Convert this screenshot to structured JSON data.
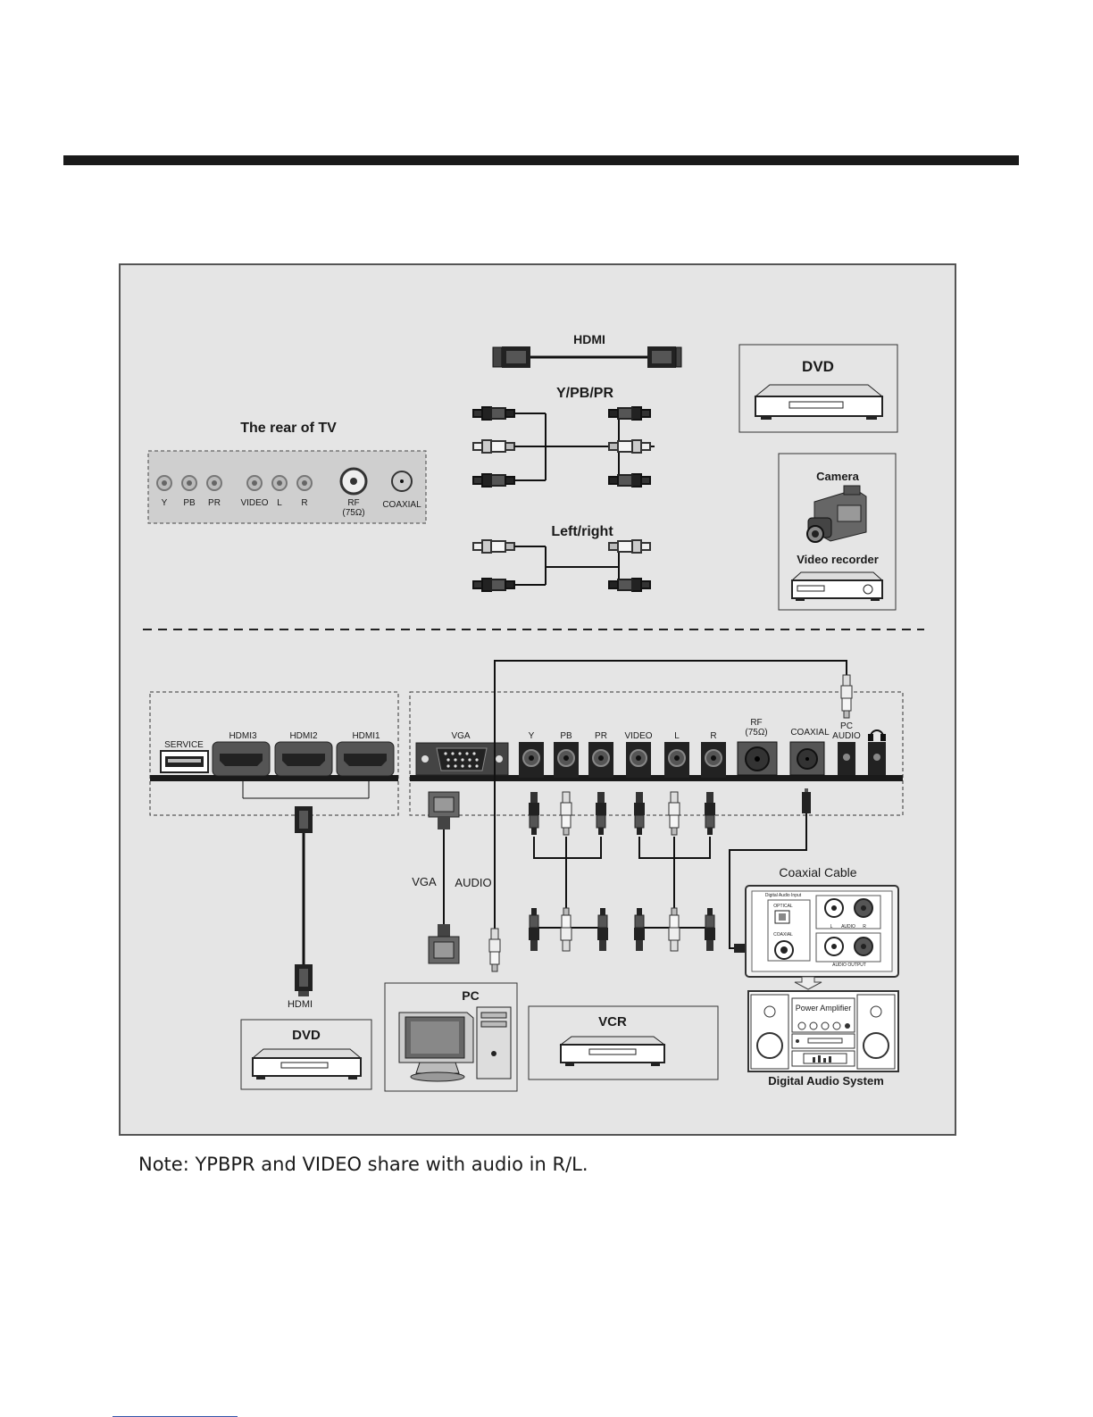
{
  "top_legend": {
    "rear_title": "The rear of TV",
    "rear_ports": [
      "Y",
      "PB",
      "PR",
      "VIDEO",
      "L",
      "R"
    ],
    "rf_label": "RF",
    "rf_ohm": "(75Ω)",
    "coaxial_label": "COAXIAL",
    "cable_hdmi": "HDMI",
    "cable_ypbpr": "Y/PB/PR",
    "cable_lr": "Left/right",
    "device_dvd": "DVD",
    "device_camera": "Camera",
    "device_video_recorder": "Video recorder"
  },
  "panel_left": {
    "service": "SERVICE",
    "hdmi3": "HDMI3",
    "hdmi2": "HDMI2",
    "hdmi1": "HDMI1"
  },
  "panel_right": {
    "vga": "VGA",
    "ports": [
      "Y",
      "PB",
      "PR",
      "VIDEO",
      "L",
      "R"
    ],
    "rf": "RF",
    "rf_ohm": "(75Ω)",
    "coaxial": "COAXIAL",
    "pc_audio_1": "PC",
    "pc_audio_2": "AUDIO"
  },
  "cables": {
    "vga": "VGA",
    "audio": "AUDIO",
    "hdmi": "HDMI",
    "coaxial_cable": "Coaxial Cable"
  },
  "devices": {
    "dvd": "DVD",
    "pc": "PC",
    "vcr": "VCR",
    "digital_audio_system": "Digital Audio System",
    "power_amplifier": "Power Amplifier",
    "digital_audio_input": "Digital Audio Input",
    "optical": "OPTICAL",
    "coaxial": "COAXIAL",
    "audio_l": "L",
    "audio": "AUDIO",
    "audio_r": "R",
    "audio_output": "AUDIO OUTPUT"
  },
  "note": "Note: YPBPR and VIDEO share with audio in R/L."
}
